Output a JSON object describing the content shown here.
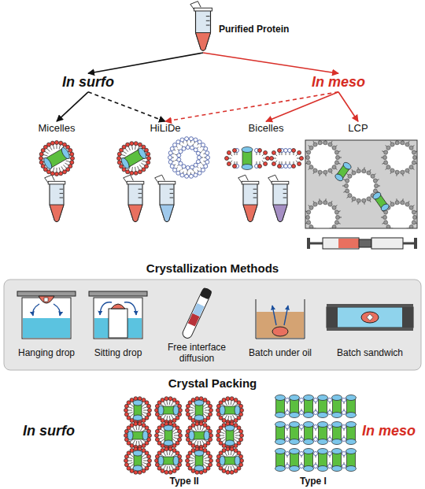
{
  "diagram": {
    "nodes": [
      {
        "text": [
          "Purified Protein"
        ]
      },
      {
        "text": [
          "In surfo"
        ]
      },
      {
        "text": [
          "In meso"
        ]
      },
      {
        "text": [
          "Micelles"
        ]
      },
      {
        "text": [
          "HiLiDe"
        ]
      },
      {
        "text": [
          "Bicelles"
        ]
      },
      {
        "text": [
          "LCP"
        ]
      },
      {
        "text": [
          "Crystallization Methods"
        ]
      },
      {
        "text": [
          "Hanging drop"
        ],
        "in": 7
      },
      {
        "text": [
          "Sitting drop"
        ],
        "in": 7
      },
      {
        "text": [
          "Free interface diffusion"
        ],
        "in": 7
      },
      {
        "text": [
          "Batch under oil"
        ],
        "in": 7
      },
      {
        "text": [
          "Batch sandwich"
        ],
        "in": 7
      }
    ],
    "edges": [
      {
        "from": 0,
        "to": 1,
        "arrow": "to"
      },
      {
        "from": 0,
        "to": 2,
        "arrow": "to"
      },
      {
        "from": 1,
        "to": 3,
        "arrow": "to"
      },
      {
        "from": 1,
        "to": 4,
        "arrow": "to"
      },
      {
        "from": 2,
        "to": 4,
        "arrow": "to"
      },
      {
        "from": 2,
        "to": 5,
        "arrow": "to"
      },
      {
        "from": 2,
        "to": 6,
        "arrow": "to"
      }
    ],
    "labels": [
      "Crystal Packing",
      "In surfo",
      "In meso",
      "Type II",
      "Type I"
    ]
  }
}
